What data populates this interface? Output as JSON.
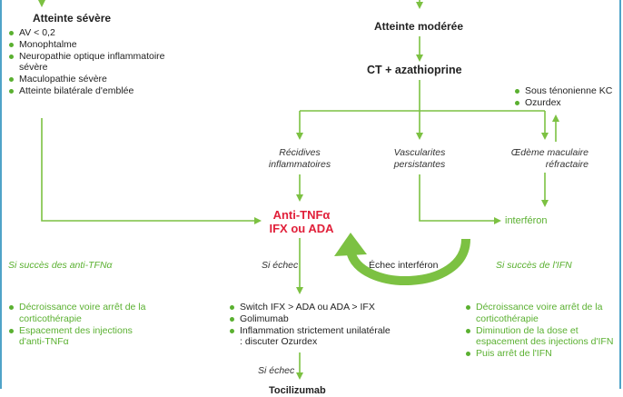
{
  "left_column": {
    "title": "Atteinte sévère",
    "items": [
      "AV < 0,2",
      "Monophtalme",
      "Neuropathie optique inflammatoire sévère",
      "Maculopathie sévère",
      "Atteinte bilatérale d'emblée"
    ]
  },
  "top_center": {
    "moderate": "Atteinte modérée",
    "treatment": "CT + azathioprine"
  },
  "right_top_items": [
    "Sous ténonienne KC",
    "Ozurdex"
  ],
  "branches": {
    "recidives": "Récidives inflammatoires",
    "vascularites": "Vascularites persistantes",
    "oedeme": "Œdème maculaire réfractaire"
  },
  "anti_tnf": {
    "line1": "Anti-TNFα",
    "line2": "IFX ou ADA"
  },
  "interferon": "interféron",
  "echec_interferon": "Échec interféron",
  "success_anti_tnf": "Si succès des anti-TFNα",
  "success_ifn": "Si succès de l'IFN",
  "si_echec_1": "Si échec",
  "si_echec_2": "Si échec",
  "left_success_items": [
    "Décroissance voire arrêt de la corticothérapie",
    "Espacement des injections d'anti-TNFα"
  ],
  "center_items": [
    "Switch IFX > ADA ou ADA > IFX",
    "Golimumab",
    "Inflammation strictement unilatérale : discuter Ozurdex"
  ],
  "right_success_items": [
    "Décroissance voire arrêt de la corticothérapie",
    "Diminution de la dose et espacement des injections d'IFN",
    "Puis arrêt de l'IFN"
  ],
  "bottom_cut": "Tocilizumab",
  "colors": {
    "arrow": "#7cc142",
    "accent_red": "#e1203a",
    "frame": "#4fa3c8"
  }
}
